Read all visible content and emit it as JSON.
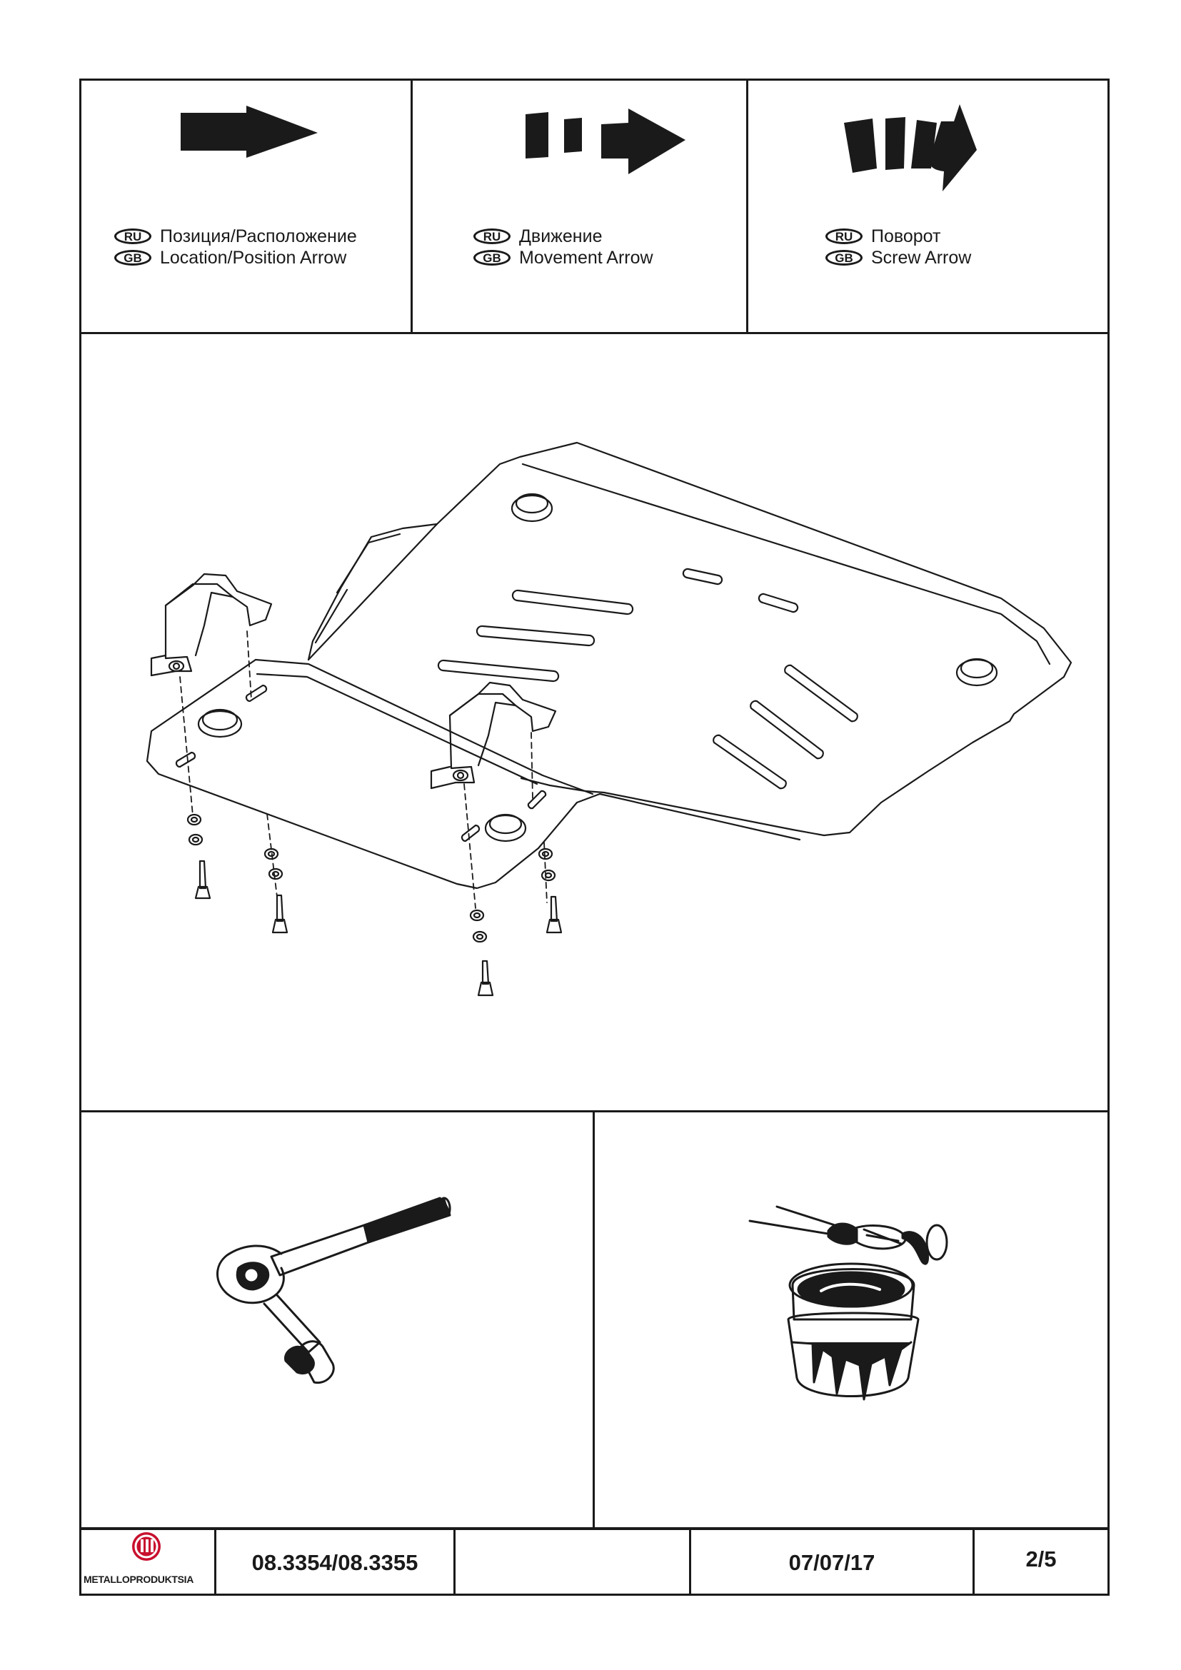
{
  "legend": [
    {
      "ru_code": "RU",
      "ru_text": "Позиция/Расположение",
      "gb_code": "GB",
      "gb_text": "Location/Position Arrow",
      "icon": "location-arrow-icon"
    },
    {
      "ru_code": "RU",
      "ru_text": "Движение",
      "gb_code": "GB",
      "gb_text": "Movement Arrow",
      "icon": "movement-arrow-icon"
    },
    {
      "ru_code": "RU",
      "ru_text": "Поворот",
      "gb_code": "GB",
      "gb_text": "Screw Arrow",
      "icon": "screw-arrow-icon"
    }
  ],
  "illustrations": {
    "assembly": "skid-plate-assembly-drawing",
    "tool": "ratchet-wrench-icon",
    "paint": "paint-can-brush-icon"
  },
  "footer": {
    "logo_text": "METALLOPRODUKTSIA",
    "part_number": "08.3354/08.3355",
    "empty_field": "",
    "date": "07/07/17",
    "page": "2/5"
  },
  "colors": {
    "ink": "#1a1a1a",
    "paper": "#ffffff",
    "logo_red": "#c8102e"
  }
}
